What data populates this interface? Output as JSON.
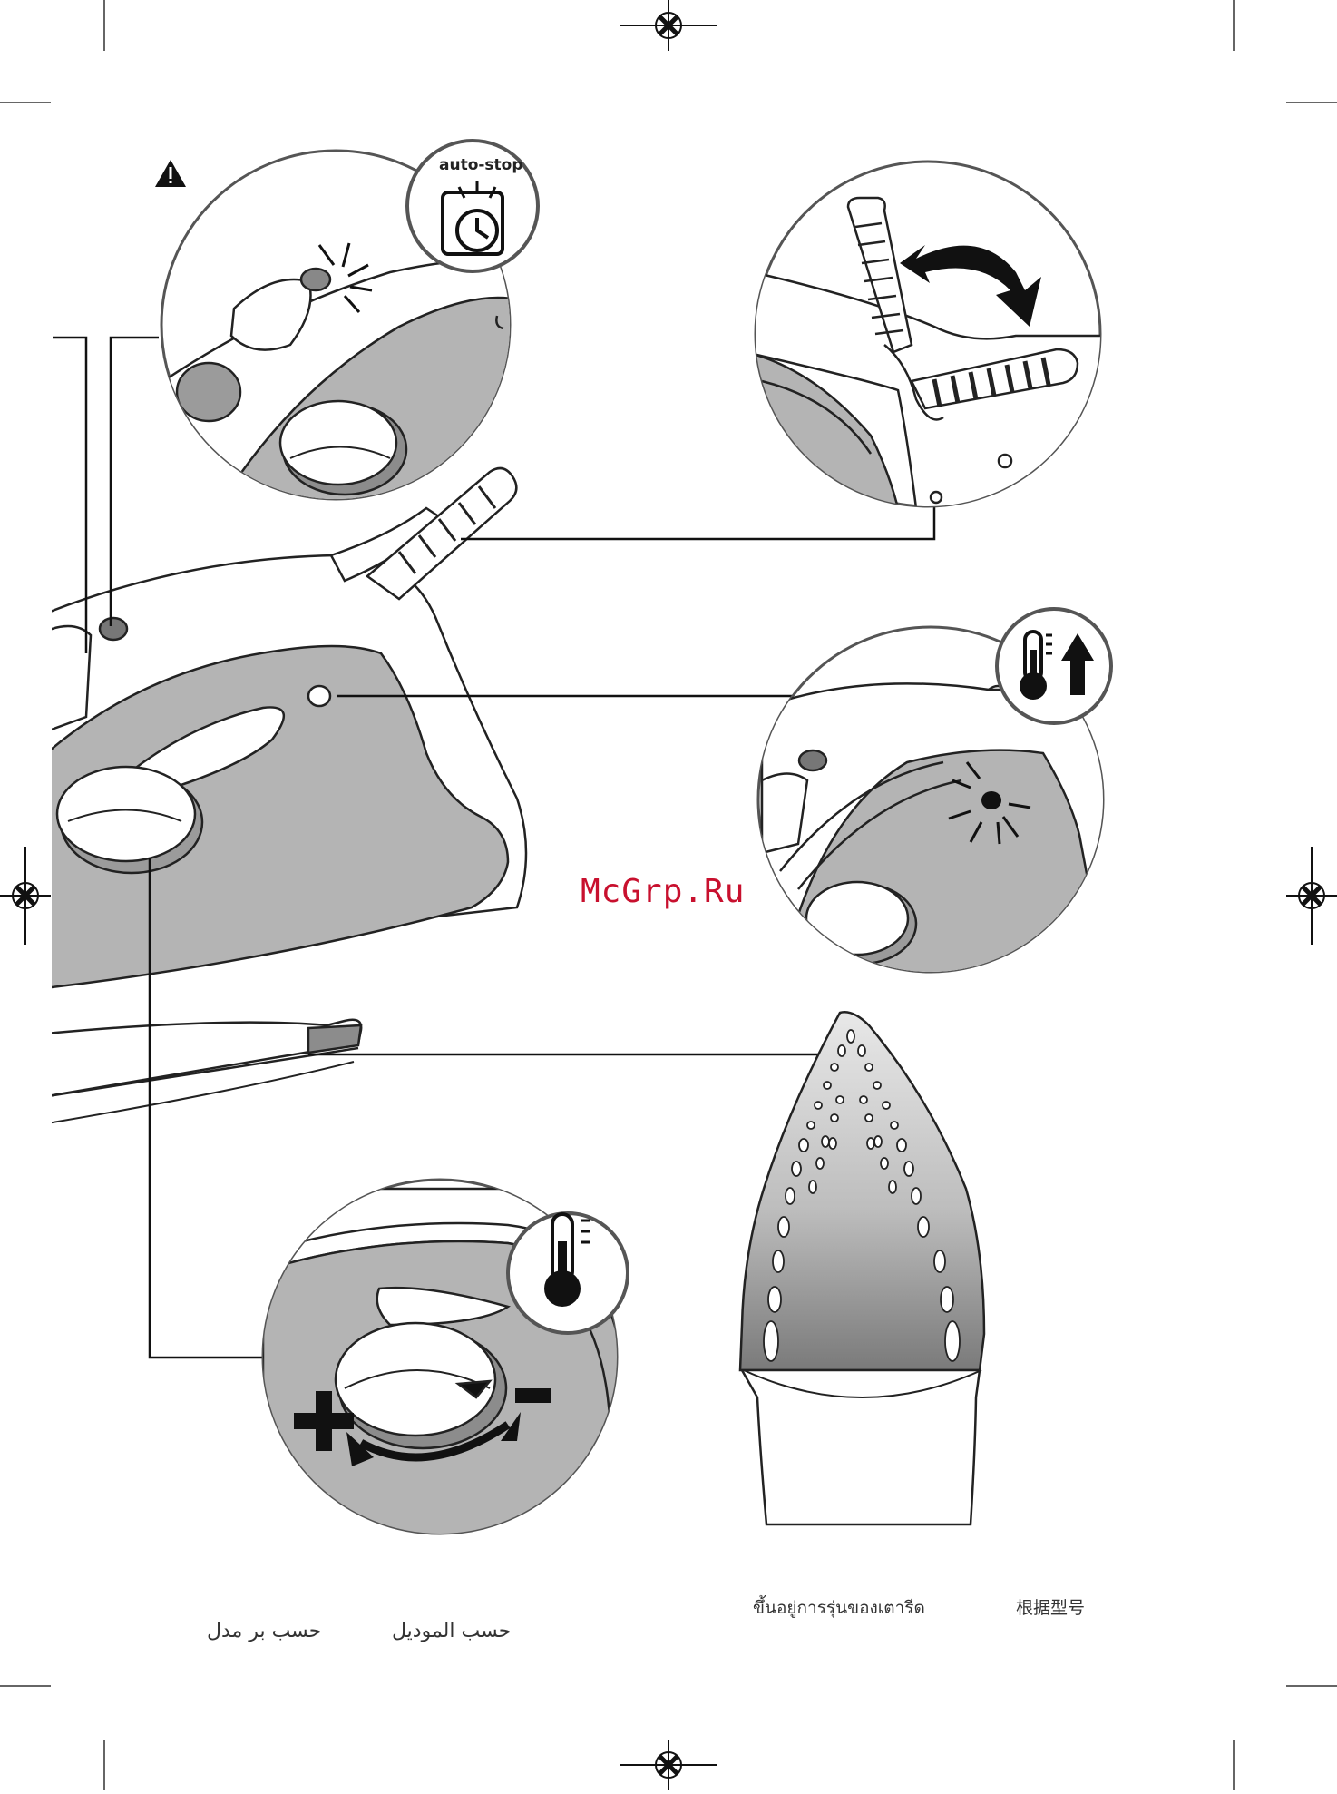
{
  "labels": {
    "auto_stop": "auto-stop",
    "watermark": "McGrp.Ru",
    "thai_note": "ขึ้นอยู่การรุ่นของเตารีด",
    "chinese_note": "根据型号",
    "arabic_note_1": "حسب بر مدل",
    "arabic_note_2": "حسب الموديل"
  },
  "icons": [
    "warning-icon",
    "auto-stop-clock-icon",
    "thermometer-up-icon",
    "thermometer-icon",
    "plus-sign",
    "minus-sign",
    "rotate-arrow"
  ],
  "colors": {
    "iron_grey": "#b4b4b4",
    "dark_grey": "#8c8c8c",
    "outline": "#222222",
    "watermark": "#c8102e"
  }
}
